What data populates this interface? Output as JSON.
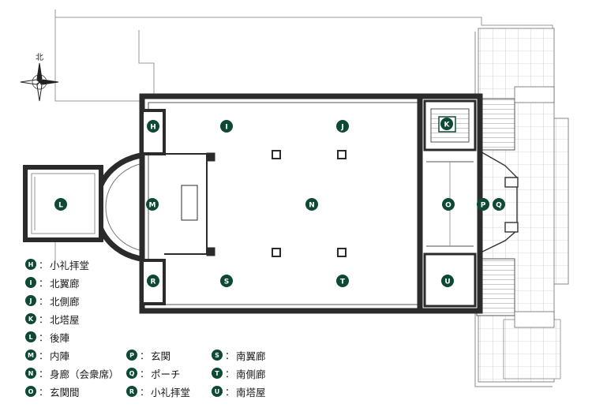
{
  "compass": {
    "label": "北"
  },
  "room_markers": [
    {
      "letter": "H"
    },
    {
      "letter": "I"
    },
    {
      "letter": "J"
    },
    {
      "letter": "K"
    },
    {
      "letter": "L"
    },
    {
      "letter": "M"
    },
    {
      "letter": "N"
    },
    {
      "letter": "O"
    },
    {
      "letter": "P"
    },
    {
      "letter": "Q"
    },
    {
      "letter": "R"
    },
    {
      "letter": "S"
    },
    {
      "letter": "T"
    },
    {
      "letter": "U"
    }
  ],
  "legend": {
    "separator": "：",
    "items": [
      {
        "letter": "H",
        "name": "小礼拝堂"
      },
      {
        "letter": "I",
        "name": "北翼廊"
      },
      {
        "letter": "J",
        "name": "北側廊"
      },
      {
        "letter": "K",
        "name": "北塔屋"
      },
      {
        "letter": "L",
        "name": "後陣"
      },
      {
        "letter": "M",
        "name": "内陣"
      },
      {
        "letter": "N",
        "name": "身廊（会衆席）"
      },
      {
        "letter": "O",
        "name": "玄関間"
      },
      {
        "letter": "P",
        "name": "玄関"
      },
      {
        "letter": "Q",
        "name": "ポーチ"
      },
      {
        "letter": "R",
        "name": "小礼拝堂"
      },
      {
        "letter": "S",
        "name": "南翼廊"
      },
      {
        "letter": "T",
        "name": "南側廊"
      },
      {
        "letter": "U",
        "name": "南塔屋"
      }
    ]
  },
  "colors": {
    "marker": "#0e4a33",
    "wall": "#2b2b2b",
    "line": "#6a6a6a"
  }
}
